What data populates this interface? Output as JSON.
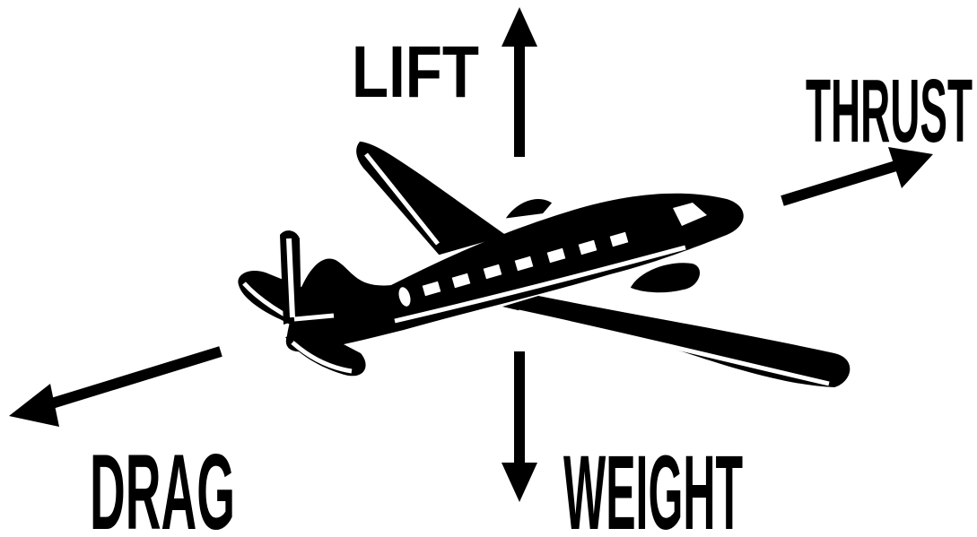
{
  "forces": {
    "lift": "LIFT",
    "thrust": "THRUST",
    "drag": "DRAG",
    "weight": "WEIGHT"
  },
  "colors": {
    "ink": "#000000",
    "paper": "#ffffff"
  },
  "icons": {
    "airplane": "airplane-icon",
    "lift_arrow": "arrow-up-icon",
    "weight_arrow": "arrow-down-icon",
    "thrust_arrow": "arrow-right-icon",
    "drag_arrow": "arrow-left-icon"
  }
}
